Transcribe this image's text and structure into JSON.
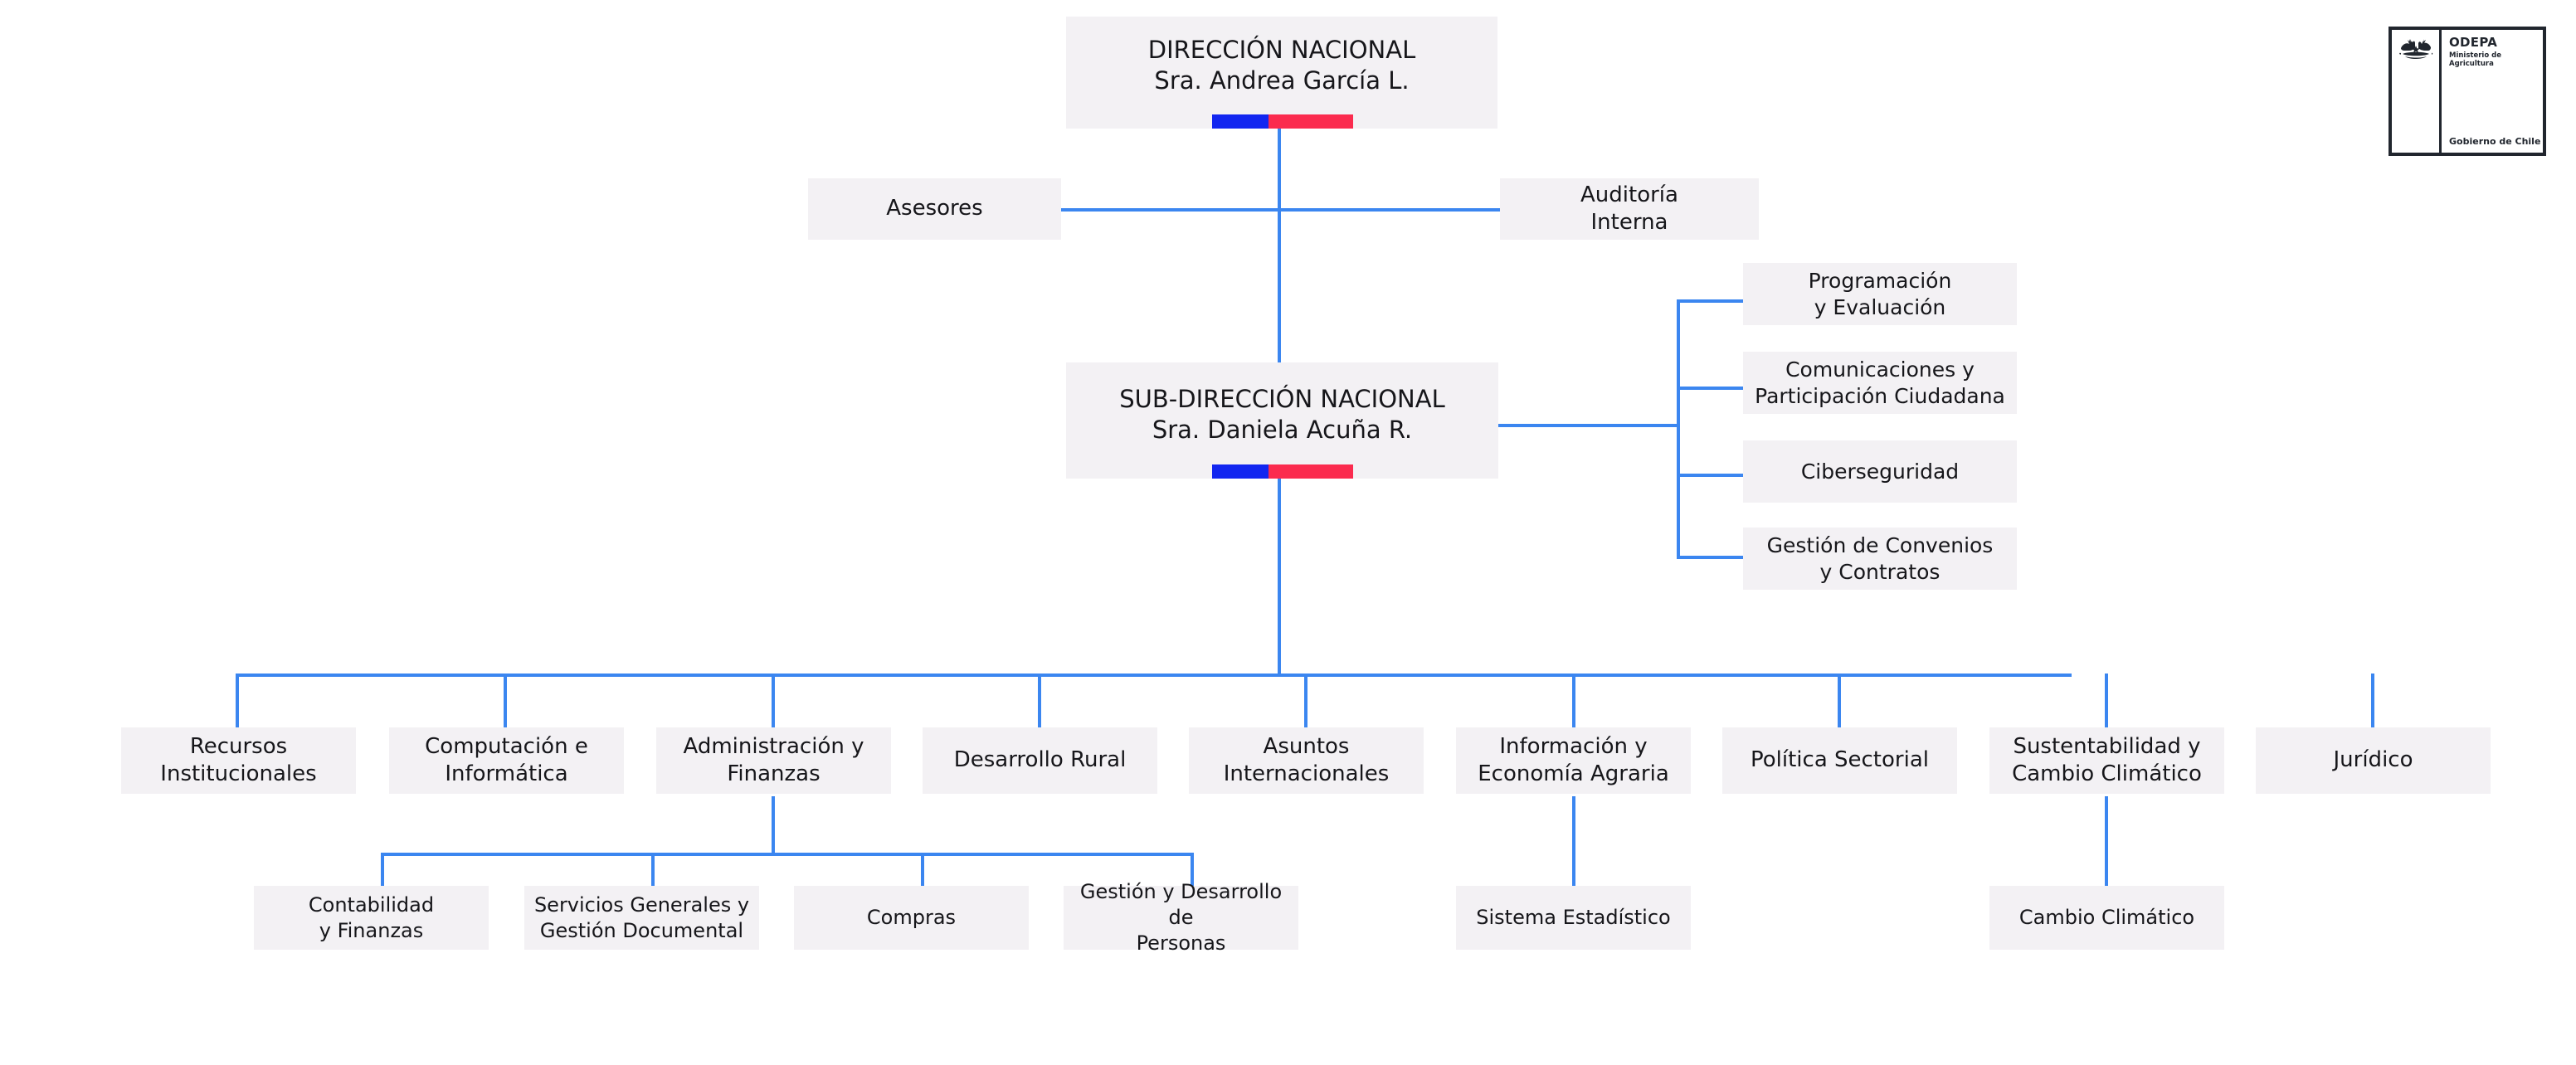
{
  "logo": {
    "brand": "ODEPA",
    "ministry": "Ministerio de\nAgricultura",
    "government": "Gobierno de Chile",
    "crest_icon": "chile-coat-of-arms-icon",
    "border_color": "#21262e"
  },
  "colors": {
    "box_fill": "#f3f1f4",
    "connector": "#3b86f0",
    "flag_blue": "#1226f0",
    "flag_red": "#fb2b4e",
    "text": "#16161a"
  },
  "chart_data": {
    "type": "diagram",
    "title": "Organigrama ODEPA",
    "levels": [
      "direccion",
      "staff",
      "subdireccion",
      "unidades-subdireccion",
      "divisiones",
      "subunidades"
    ]
  },
  "direccion": {
    "title": "DIRECCIÓN NACIONAL",
    "person": "Sra. Andrea García L."
  },
  "subdireccion": {
    "title": "SUB-DIRECCIÓN NACIONAL",
    "person": "Sra.  Daniela Acuña R."
  },
  "staff": {
    "left": "Asesores",
    "right": "Auditoría\nInterna"
  },
  "unidades_subdireccion": [
    {
      "label": "Programación\ny Evaluación"
    },
    {
      "label": "Comunicaciones y\nParticipación Ciudadana"
    },
    {
      "label": "Ciberseguridad"
    },
    {
      "label": "Gestión de Convenios\ny Contratos"
    }
  ],
  "divisiones": [
    {
      "label": "Recursos\nInstitucionales"
    },
    {
      "label": "Computación e\nInformática"
    },
    {
      "label": "Administración y\nFinanzas"
    },
    {
      "label": "Desarrollo Rural"
    },
    {
      "label": "Asuntos\nInternacionales"
    },
    {
      "label": "Información y\nEconomía Agraria"
    },
    {
      "label": "Política Sectorial"
    },
    {
      "label": "Sustentabilidad y\nCambio Climático"
    },
    {
      "label": "Jurídico"
    }
  ],
  "subunidades_administracion": [
    {
      "label": "Contabilidad\ny Finanzas"
    },
    {
      "label": "Servicios Generales y\nGestión Documental"
    },
    {
      "label": "Compras"
    },
    {
      "label": "Gestión y Desarrollo de\nPersonas"
    }
  ],
  "subunidades_informacion": [
    {
      "label": "Sistema Estadístico"
    }
  ],
  "subunidades_sustentabilidad": [
    {
      "label": "Cambio Climático"
    }
  ]
}
